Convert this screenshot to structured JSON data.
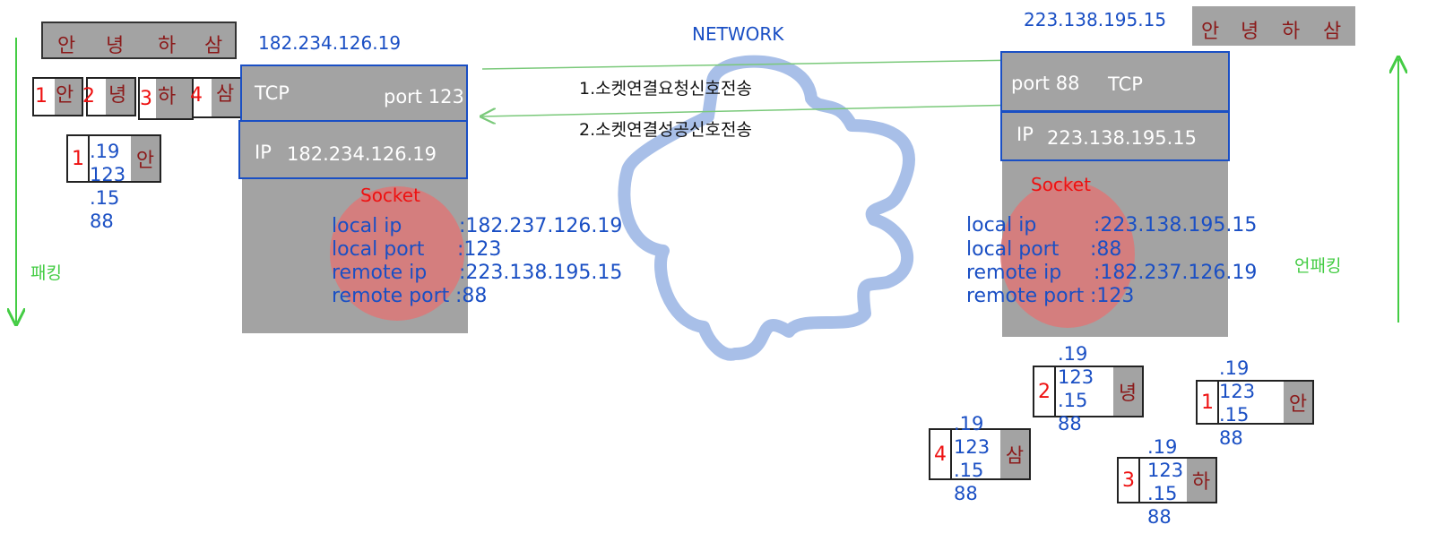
{
  "network_label": "NETWORK",
  "colors": {
    "blue_text": "#1a4fc4",
    "red_text": "#ee1111",
    "char_text": "#8b1a1a",
    "green": "#44cc44",
    "gray_box": "#a3a3a3",
    "cloud": "#a8bfe8",
    "socket_circle": "#d97a7a"
  },
  "left": {
    "message": [
      "안",
      "녕",
      "하",
      "삼"
    ],
    "segments": [
      {
        "num": "1",
        "char": "안"
      },
      {
        "num": "2",
        "char": "녕"
      },
      {
        "num": "3",
        "char": "하"
      },
      {
        "num": "4",
        "char": "삼"
      }
    ],
    "packet": {
      "num": "1",
      "char": "안",
      "lines": [
        ".19",
        "123",
        ".15",
        "88"
      ]
    },
    "arrow_label": "패킹",
    "host_ip": "182.234.126.19",
    "tcp_label": "TCP",
    "port_label": "port 123",
    "ip_label": "IP",
    "ip_value": "182.234.126.19",
    "socket_title": "Socket",
    "socket_keys": [
      "local ip",
      "local port",
      "remote ip",
      "remote port"
    ],
    "socket_values": [
      ":182.237.126.19",
      ":123",
      ":223.138.195.15",
      ":88"
    ]
  },
  "right": {
    "host_ip": "223.138.195.15",
    "message": [
      "안",
      "녕",
      "하",
      "삼"
    ],
    "port_label": "port 88",
    "tcp_label": "TCP",
    "ip_label": "IP",
    "ip_value": "223.138.195.15",
    "socket_title": "Socket",
    "socket_keys": [
      "local ip",
      "local port",
      "remote ip",
      "remote port"
    ],
    "socket_values": [
      ":223.138.195.15",
      ":88",
      ":182.237.126.19",
      ":123"
    ],
    "arrow_label": "언패킹",
    "packets": [
      {
        "num": "2",
        "char": "녕",
        "lines": [
          ".19",
          "123",
          ".15",
          "88"
        ]
      },
      {
        "num": "1",
        "char": "안",
        "lines": [
          ".19",
          "123",
          ".15",
          "88"
        ]
      },
      {
        "num": "4",
        "char": "삼",
        "lines": [
          ".19",
          "123",
          ".15",
          "88"
        ]
      },
      {
        "num": "3",
        "char": "하",
        "lines": [
          ".19",
          "123",
          ".15",
          "88"
        ]
      }
    ]
  },
  "messages": [
    "1.소켓연결요청신호전송",
    "2.소켓연결성공신호전송"
  ]
}
